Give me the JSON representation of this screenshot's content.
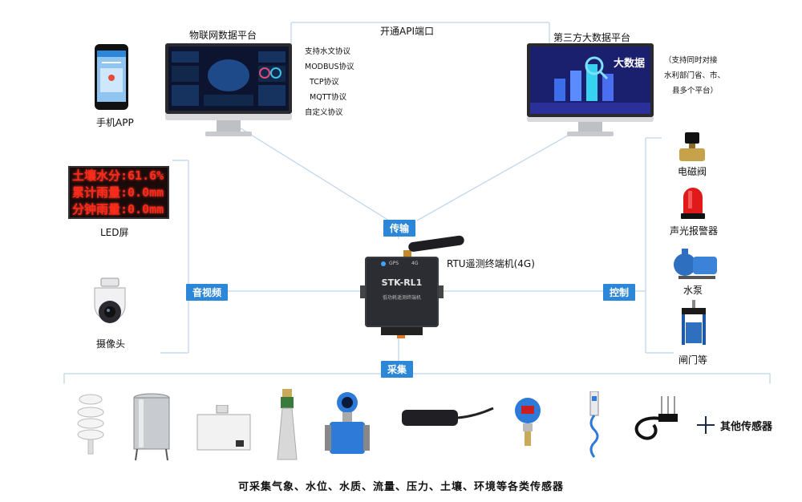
{
  "top": {
    "iot_platform_title": "物联网数据平台",
    "api_label": "开通API端口",
    "third_party_title": "第三方大数据平台",
    "protocols": [
      "支持水文协议",
      "MODBUS协议",
      "TCP协议",
      "MQTT协议",
      "自定义协议"
    ],
    "third_party_screen_text": "大数据",
    "third_party_note": [
      "（支持同时对接",
      "水利部门省、市、",
      "县多个平台）"
    ]
  },
  "left": {
    "phone_label": "手机APP",
    "led_lines": [
      "土壤水分:61.6%",
      "累计雨量:0.0mm",
      "分钟雨量:0.0mm"
    ],
    "led_label": "LED屏",
    "camera_label": "摄像头"
  },
  "center": {
    "device_model": "STK-RL1",
    "device_subtitle": "低功耗遥测终端机",
    "device_label": "RTU遥测终端机(4G)",
    "status_lights": [
      "GPS",
      "4G"
    ]
  },
  "tags": {
    "transmit": "传输",
    "av": "音视频",
    "control": "控制",
    "collect": "采集"
  },
  "right": {
    "valve_label": "电磁阀",
    "alarm_label": "声光报警器",
    "pump_label": "水泵",
    "gate_label": "闸门等"
  },
  "bottom": {
    "other_sensors": "其他传感器",
    "caption": "可采集气象、水位、水质、流量、压力、土壤、环境等各类传感器"
  },
  "colors": {
    "accent": "#2c87d8",
    "line": "#bcd3ea",
    "led": "#ff2a1a"
  }
}
